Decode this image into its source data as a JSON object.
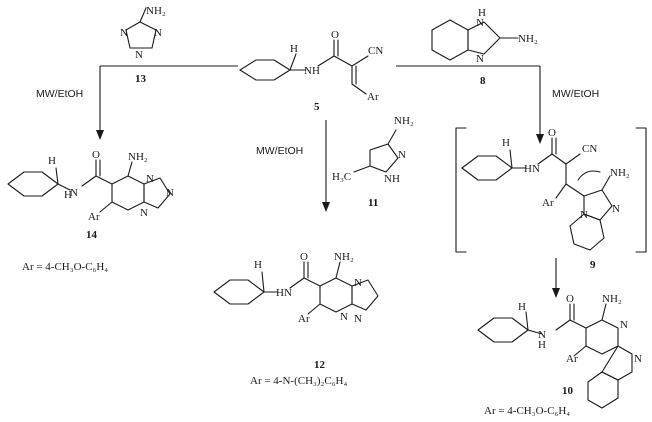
{
  "compounds": {
    "c5": "5",
    "c8": "8",
    "c9": "9",
    "c10": "10",
    "c11": "11",
    "c12": "12",
    "c13": "13",
    "c14": "14"
  },
  "conditions": {
    "left": "MW/EtOH",
    "middle": "MW/EtOH",
    "right": "MW/EtOH"
  },
  "atoms": {
    "NH2": "NH₂",
    "H": "H",
    "N": "N",
    "NH": "NH",
    "HN": "HN",
    "CN_label": "CN",
    "Ar": "Ar",
    "H3C": "H₃C",
    "O": "O"
  },
  "substituents": {
    "ar14": "Ar = 4-CH₃O-C₆H₄",
    "ar12": "Ar = 4-N-(CH₃)₂C₆H₄",
    "ar10": "Ar = 4-CH₃O-C₆H₄"
  }
}
